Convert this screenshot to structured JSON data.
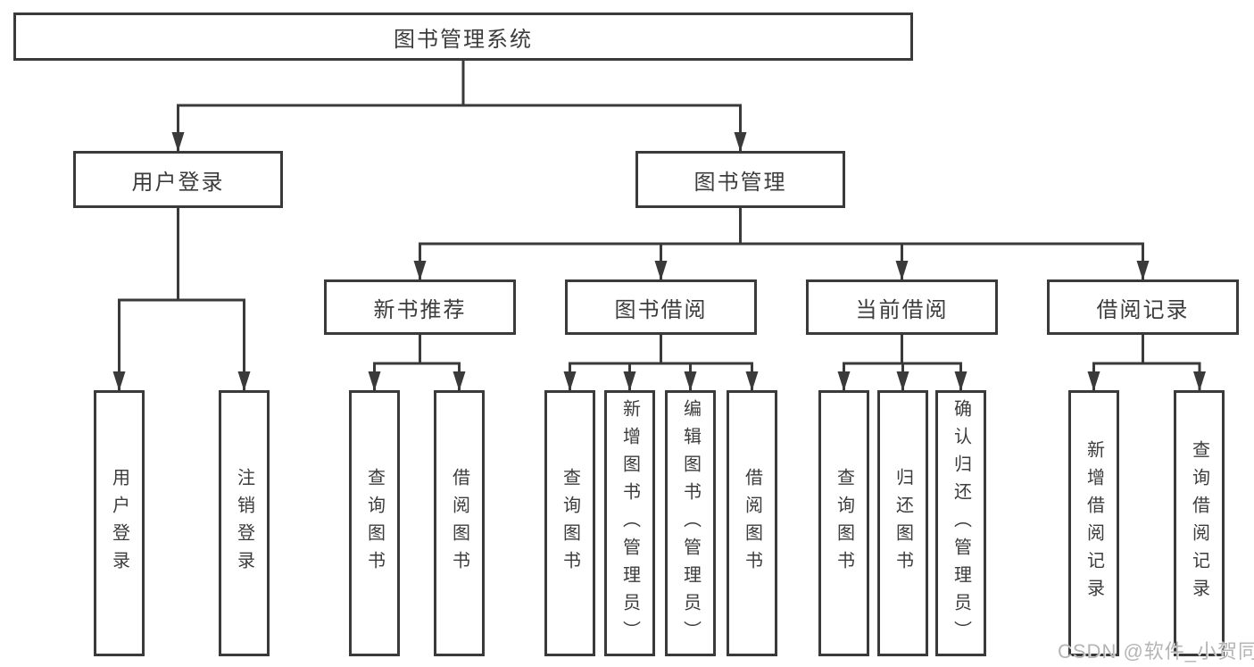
{
  "tree": {
    "root": {
      "label": "图书管理系统"
    },
    "level2": [
      {
        "label": "用户登录",
        "leaves": [
          {
            "label": "用户登录"
          },
          {
            "label": "注销登录"
          }
        ]
      },
      {
        "label": "图书管理",
        "sections": [
          {
            "label": "新书推荐",
            "leaves": [
              {
                "label": "查询图书"
              },
              {
                "label": "借阅图书"
              }
            ]
          },
          {
            "label": "图书借阅",
            "leaves": [
              {
                "label": "查询图书"
              },
              {
                "label": "新增图书（管理员）"
              },
              {
                "label": "编辑图书（管理员）"
              },
              {
                "label": "借阅图书"
              }
            ]
          },
          {
            "label": "当前借阅",
            "leaves": [
              {
                "label": "查询图书"
              },
              {
                "label": "归还图书"
              },
              {
                "label": "确认归还（管理员）"
              }
            ]
          },
          {
            "label": "借阅记录",
            "leaves": [
              {
                "label": "新增借阅记录"
              },
              {
                "label": "查询借阅记录"
              }
            ]
          }
        ]
      }
    ]
  },
  "watermark": {
    "text": "CSDN @软件_小贺同学"
  },
  "colors": {
    "line": "#3a3a3a",
    "box_border": "#3a3a3a",
    "text": "#3c3c3c",
    "background": "#ffffff",
    "watermark": "#b5b5b5"
  }
}
